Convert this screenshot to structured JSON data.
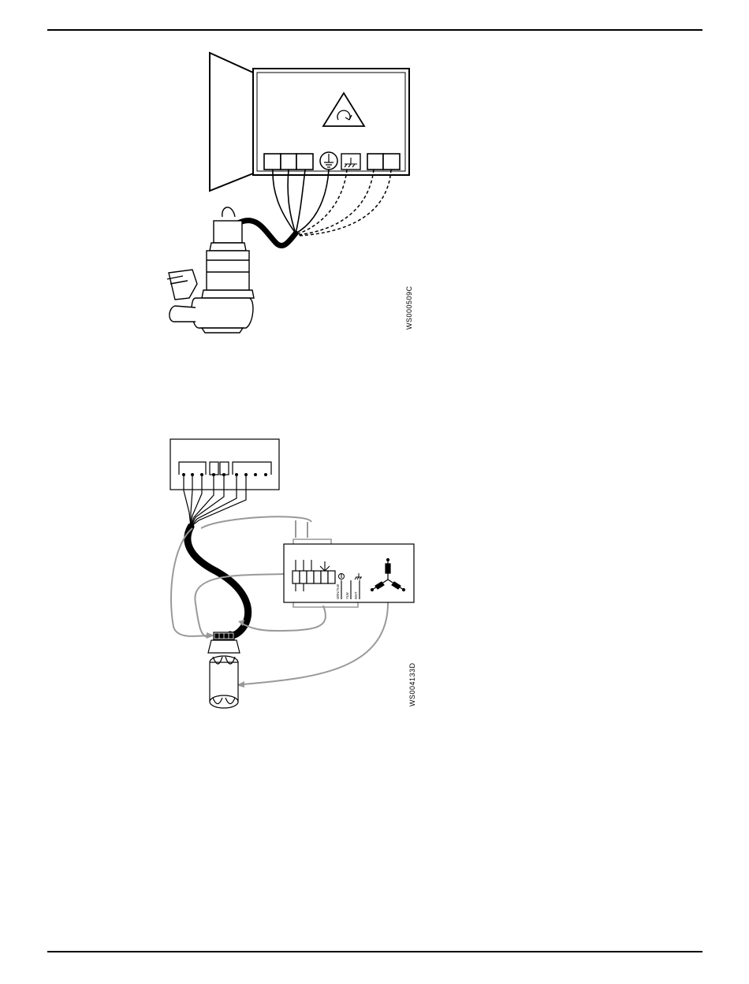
{
  "figures": [
    {
      "code": "WS000509C"
    },
    {
      "code": "WS004133D"
    }
  ],
  "terminals": {
    "grn_ylw": "GRN/YLW",
    "ylw": "YLW",
    "wht": "WHT"
  }
}
